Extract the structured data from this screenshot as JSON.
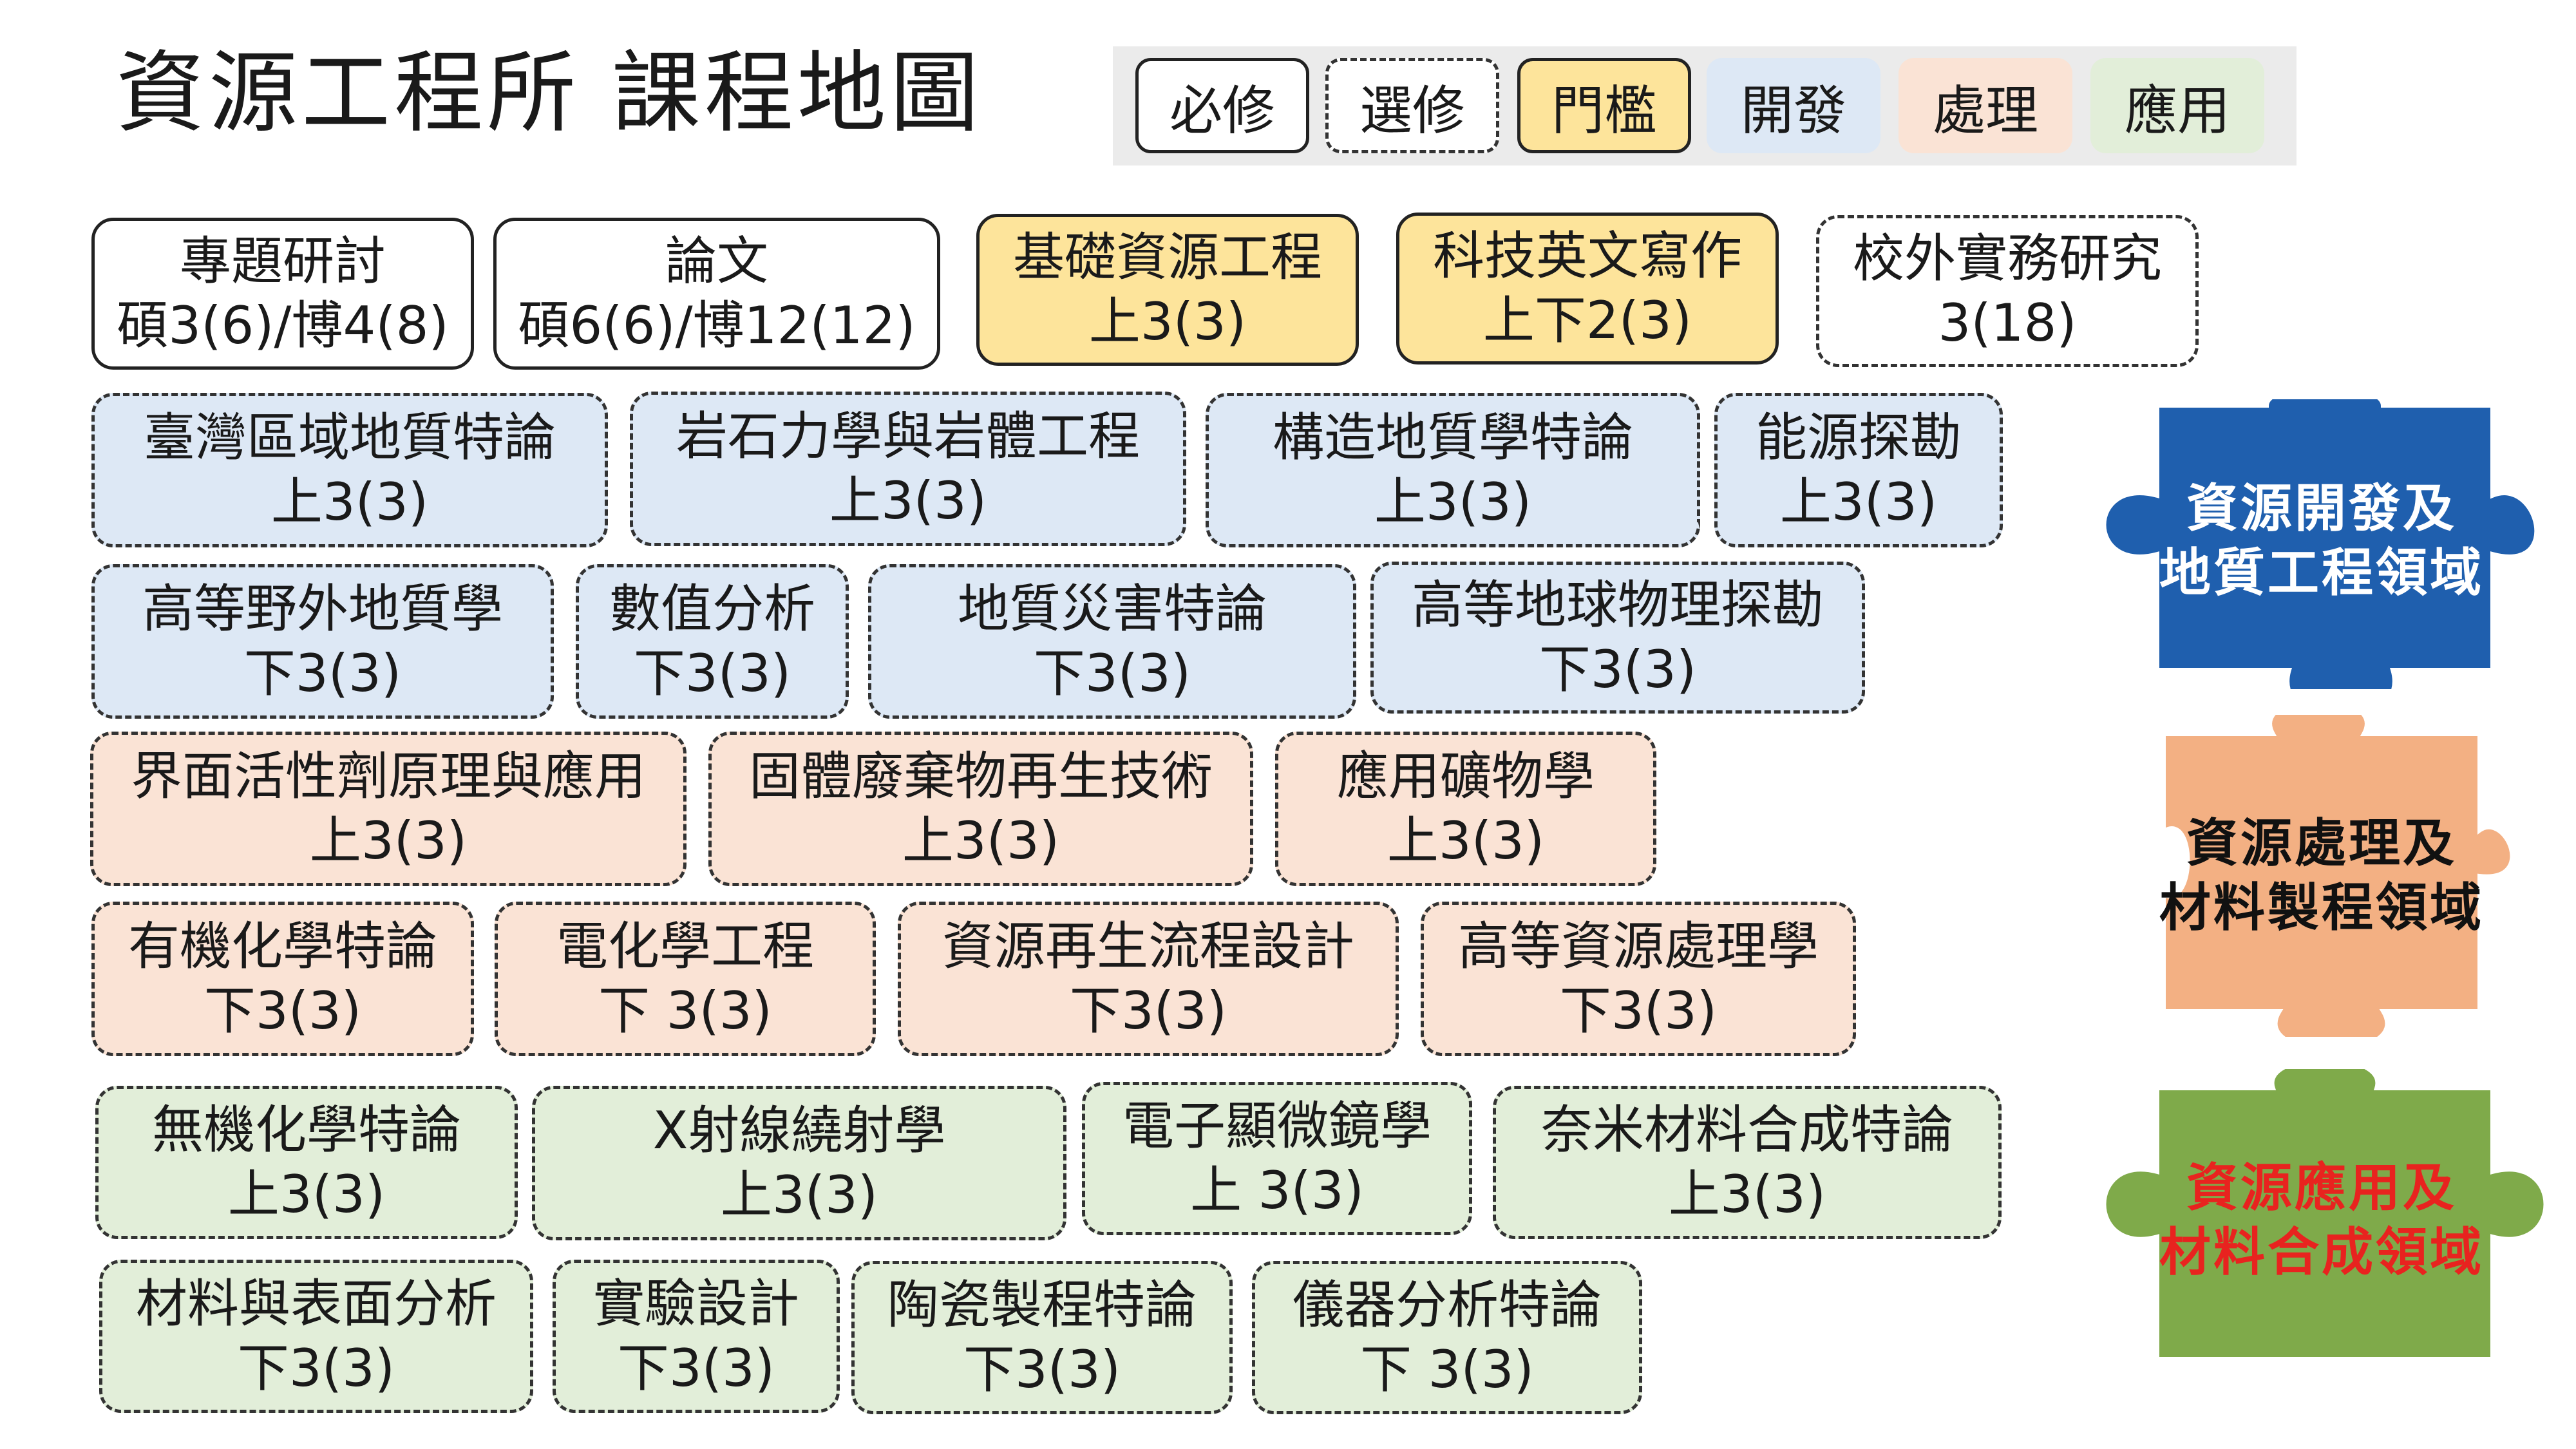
{
  "title": "資源工程所  課程地圖",
  "legend": {
    "required": "必修",
    "elective": "選修",
    "threshold": "門檻",
    "development": "開發",
    "processing": "處理",
    "application": "應用"
  },
  "core": [
    {
      "name": "專題研討",
      "credit": "碩3(6)/博4(8)"
    },
    {
      "name": "論文",
      "credit": "碩6(6)/博12(12)"
    },
    {
      "name": "基礎資源工程",
      "credit": "上3(3)"
    },
    {
      "name": "科技英文寫作",
      "credit": "上下2(3)"
    },
    {
      "name": "校外實務研究",
      "credit": "3(18)"
    }
  ],
  "development_courses": [
    {
      "name": "臺灣區域地質特論",
      "credit": "上3(3)"
    },
    {
      "name": "岩石力學與岩體工程",
      "credit": "上3(3)"
    },
    {
      "name": "構造地質學特論",
      "credit": "上3(3)"
    },
    {
      "name": "能源探勘",
      "credit": "上3(3)"
    },
    {
      "name": "高等野外地質學",
      "credit": "下3(3)"
    },
    {
      "name": "數值分析",
      "credit": "下3(3)"
    },
    {
      "name": "地質災害特論",
      "credit": "下3(3)"
    },
    {
      "name": "高等地球物理探勘",
      "credit": "下3(3)"
    }
  ],
  "processing_courses": [
    {
      "name": "界面活性劑原理與應用",
      "credit": "上3(3)"
    },
    {
      "name": "固體廢棄物再生技術",
      "credit": "上3(3)"
    },
    {
      "name": "應用礦物學",
      "credit": "上3(3)"
    },
    {
      "name": "有機化學特論",
      "credit": "下3(3)"
    },
    {
      "name": "電化學工程",
      "credit": "下 3(3)"
    },
    {
      "name": "資源再生流程設計",
      "credit": "下3(3)"
    },
    {
      "name": "高等資源處理學",
      "credit": "下3(3)"
    }
  ],
  "application_courses": [
    {
      "name": "無機化學特論",
      "credit": "上3(3)"
    },
    {
      "name": "X射線繞射學",
      "credit": "上3(3)"
    },
    {
      "name": "電子顯微鏡學",
      "credit": "上 3(3)"
    },
    {
      "name": "奈米材料合成特論",
      "credit": "上3(3)"
    },
    {
      "name": "材料與表面分析",
      "credit": "下3(3)"
    },
    {
      "name": "實驗設計",
      "credit": "下3(3)"
    },
    {
      "name": "陶瓷製程特論",
      "credit": "下3(3)"
    },
    {
      "name": "儀器分析特論",
      "credit": "下 3(3)"
    }
  ],
  "domains": [
    {
      "line1": "資源開發及",
      "line2": "地質工程領域",
      "fill": "#1f5fae",
      "text_color": "#ffffff"
    },
    {
      "line1": "資源處理及",
      "line2": "材料製程領域",
      "fill": "#f3b083",
      "text_color": "#111111"
    },
    {
      "line1": "資源應用及",
      "line2": "材料合成領域",
      "fill": "#7faa4a",
      "text_color": "#e8231f"
    }
  ],
  "colors": {
    "required_fill": "#ffffff",
    "threshold_fill": "#fde49b",
    "development_fill": "#dde8f5",
    "processing_fill": "#fae3d5",
    "application_fill": "#e2eed9",
    "legend_background": "#ebebeb"
  }
}
